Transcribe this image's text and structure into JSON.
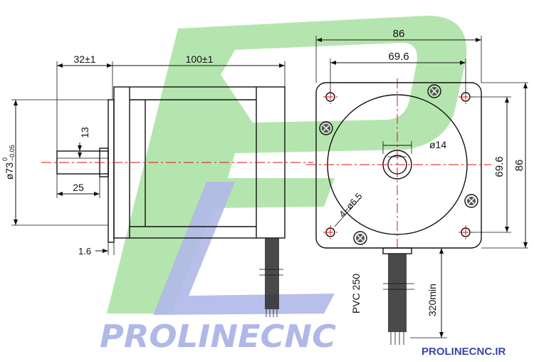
{
  "brand": {
    "watermark": "PROLINECNC",
    "website": "PROLINECNC.IR",
    "green": "#a8e0a0",
    "blue": "#b0b8e8",
    "centerline": "#e01010"
  },
  "side_view": {
    "shaft_length": "32±1",
    "body_length": "100±1",
    "diameter_base": "ø73",
    "diameter_tol_upper": "0",
    "diameter_tol_lower": "−0.05",
    "flat_depth": "13",
    "flat_length": "25",
    "flange_thickness": "1.6"
  },
  "front_view": {
    "width_overall": "86",
    "hole_spacing_h": "69.6",
    "height_overall": "86",
    "hole_spacing_v": "69.6",
    "shaft_dia": "ø14",
    "mount_holes": "4−ø6.5",
    "cable_label": "PVC 250",
    "lead_length": "320min"
  }
}
